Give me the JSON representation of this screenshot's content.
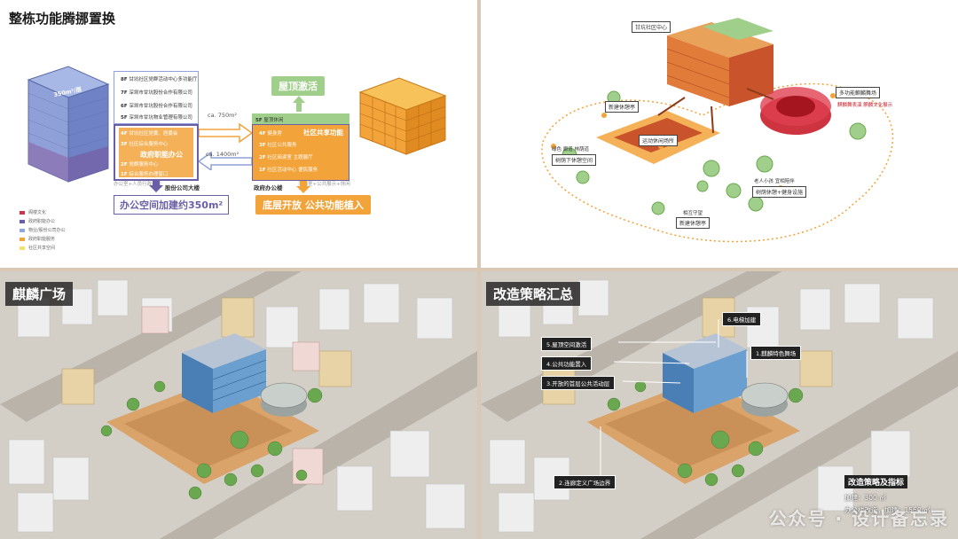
{
  "top_left": {
    "title": "整栋功能腾挪置换",
    "left_building": {
      "area_label": "350m²/层",
      "floors": [
        {
          "level": "8F",
          "text": "甘坑社区党群活动中心多功能厅"
        },
        {
          "level": "7F",
          "text": "深圳市甘坑股份合作有限公司"
        },
        {
          "level": "6F",
          "text": "深圳市甘坑股份合作有限公司"
        },
        {
          "level": "5F",
          "text": "深圳市甘坑物业管理有限公司"
        }
      ],
      "lower_floors": [
        {
          "level": "4F",
          "text": "甘坑社区党委、居委会"
        },
        {
          "level": "3F",
          "text": "社区综合服务中心"
        },
        {
          "level": "2F",
          "text": "党群服务中心"
        },
        {
          "level": "1F",
          "text": "综合服务办理窗口"
        }
      ],
      "gov_label": "政府职能办公",
      "building_name": "股份公司大楼",
      "building_caption": "办公室+人员行政办公",
      "bottom_tag": "办公空间加建约350m²"
    },
    "arrows": {
      "top": "ca. 750m²",
      "bottom": "ca. 1400m²"
    },
    "right_building": {
      "top_tag": "屋顶激活",
      "roof_label": "屋顶休闲",
      "share_label": "社区共享功能",
      "floors": [
        {
          "level": "5F",
          "text": "屋顶休闲"
        },
        {
          "level": "4F",
          "text": "健身房"
        },
        {
          "level": "3F",
          "text": "社区公共服务"
        },
        {
          "level": "2F",
          "text": "社区阅读室 主题展厅"
        },
        {
          "level": "1F",
          "text": "社区活动中心 便民服务"
        }
      ],
      "building_name": "政府办公楼",
      "building_caption": "活动室+公共展示+休闲",
      "bottom_tag": "底层开放 公共功能植入"
    },
    "legend": [
      {
        "label": "阁楼文化",
        "color": "#c9364a"
      },
      {
        "label": "政府职能办公",
        "color": "#6a5fa6"
      },
      {
        "label": "物业/股份公司办公",
        "color": "#8fa8d8"
      },
      {
        "label": "政府职能服务",
        "color": "#f2a33a"
      },
      {
        "label": "社区共享空间",
        "color": "#f7e06b"
      }
    ]
  },
  "top_right": {
    "labels": {
      "center": "甘坑社区中心",
      "pavilion_top": "新建休憩亭",
      "activity": "运动休闲场所",
      "tree_leisure": "树荫下休憩空间",
      "tree_leisure_sub": "绿色 廊道 林荫道",
      "stage": "多功能麒麟舞场",
      "stage_sub": "麒麟舞表演 麒麟文化展示",
      "fitness": "树荫休憩+健身设施",
      "fitness_sub": "老人小孩 宜相陪伴",
      "pavilion_bottom": "新建休憩亭",
      "pavilion_bottom_sub": "相互守望"
    }
  },
  "bottom_left": {
    "title": "麒麟广场"
  },
  "bottom_right": {
    "title": "改造策略汇总",
    "callouts": [
      "6.电梯加建",
      "5.屋顶空间激活",
      "1.麒麟特色舞场",
      "4.公共功能置入",
      "3.开放的首层公共活动层",
      "2.连廊定义广场边界"
    ],
    "metrics": {
      "title": "改造策略及指标",
      "line1": "加建：300 ㎡",
      "line2": "办公楼改造，加建：1560 ㎡"
    },
    "watermark": "公众号 · 设计备忘录"
  }
}
